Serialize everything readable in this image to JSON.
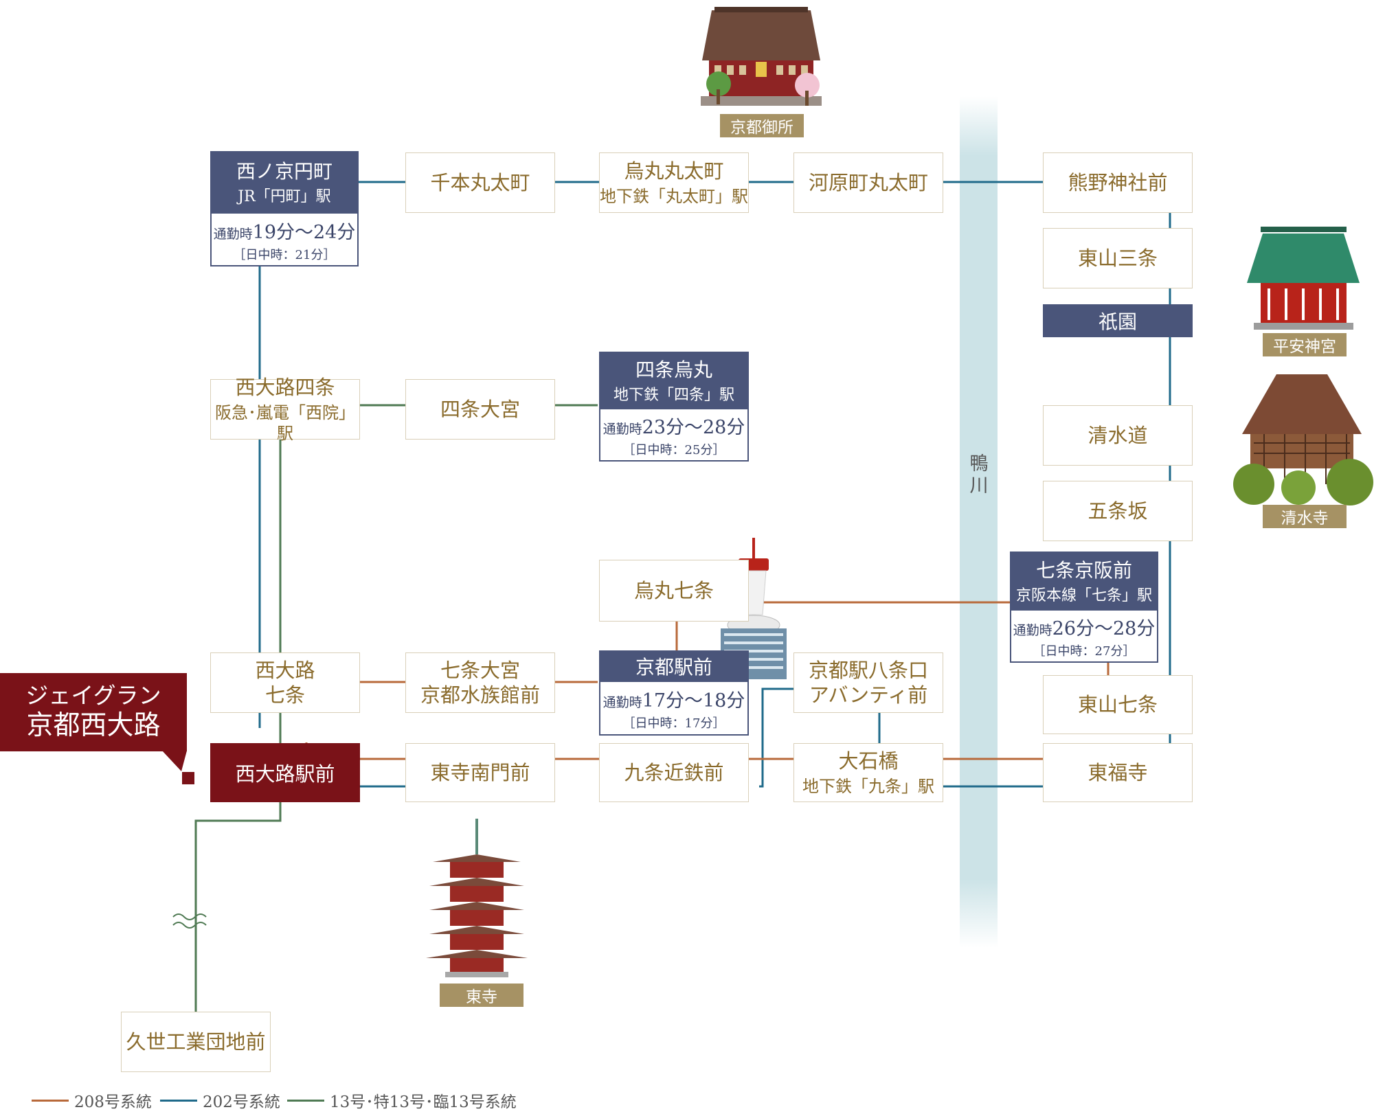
{
  "colors": {
    "line_208": "#b8693a",
    "line_202": "#1f6a8a",
    "line_13": "#4f7a53",
    "hub": "#4a557a",
    "home": "#7a1218",
    "landmark_label": "#a69264",
    "river": "#cce3e7"
  },
  "river": {
    "name": "鴨川"
  },
  "callout": {
    "line1": "ジェイグラン",
    "line2": "京都西大路"
  },
  "hubs": {
    "nishinokyo": {
      "name": "西ノ京円町",
      "sub": "JR「円町」駅",
      "commute_prefix": "通勤時",
      "commute": "19分〜24分",
      "daytime": "［日中時：21分］"
    },
    "shijo_karasuma": {
      "name": "四条烏丸",
      "sub": "地下鉄「四条」駅",
      "commute_prefix": "通勤時",
      "commute": "23分〜28分",
      "daytime": "［日中時：25分］"
    },
    "kyoto_station": {
      "name": "京都駅前",
      "commute_prefix": "通勤時",
      "commute": "17分〜18分",
      "daytime": "［日中時：17分］"
    },
    "shichijo_keihan": {
      "name": "七条京阪前",
      "sub": "京阪本線「七条」駅",
      "commute_prefix": "通勤時",
      "commute": "26分〜28分",
      "daytime": "［日中時：27分］"
    }
  },
  "stops": {
    "senbon": "千本丸太町",
    "karasuma_marutamachi": "烏丸丸太町",
    "karasuma_marutamachi_sub": "地下鉄「丸太町」駅",
    "kawaramachi": "河原町丸太町",
    "kumano": "熊野神社前",
    "higashiyama_sanjo": "東山三条",
    "gion": "祇園",
    "nishioji_shijo": "西大路四条",
    "nishioji_shijo_sub": "阪急･嵐電「西院」駅",
    "shijo_omiya": "四条大宮",
    "kiyomizu": "清水道",
    "gojozaka": "五条坂",
    "karasuma_shichijo": "烏丸七条",
    "nishioji_shichijo_1": "西大路",
    "nishioji_shichijo_2": "七条",
    "shichijo_omiya": "七条大宮",
    "shichijo_omiya_sub": "京都水族館前",
    "hachijo_1": "京都駅八条口",
    "hachijo_2": "アバンティ前",
    "higashiyama_shichijo": "東山七条",
    "nishioji_eki": "西大路駅前",
    "toji_minamimon": "東寺南門前",
    "kujo_kintetsu": "九条近鉄前",
    "oishibashi": "大石橋",
    "oishibashi_sub": "地下鉄「九条」駅",
    "tofukuji": "東福寺",
    "kuze": "久世工業団地前"
  },
  "landmarks": {
    "gosho": "京都御所",
    "heian": "平安神宮",
    "kiyomizudera": "清水寺",
    "toji": "東寺"
  },
  "legend": [
    {
      "label": "208号系統",
      "color": "#b8693a"
    },
    {
      "label": "202号系統",
      "color": "#1f6a8a"
    },
    {
      "label": "13号･特13号･臨13号系統",
      "color": "#4f7a53"
    }
  ]
}
